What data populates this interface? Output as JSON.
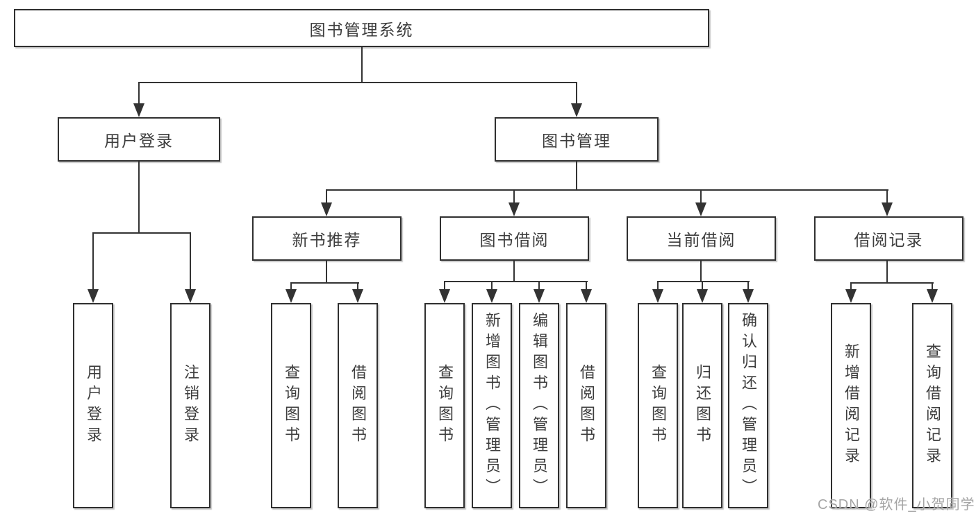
{
  "diagram_title": "图书管理系统",
  "nodes": {
    "root": "图书管理系统",
    "user_login": "用户登录",
    "book_management": "图书管理",
    "new_book_recommendation": "新书推荐",
    "book_borrowing": "图书借阅",
    "current_borrowing": "当前借阅",
    "borrowing_records": "借阅记录",
    "user_login_leaf": "用户登录",
    "logout_leaf": "注销登录",
    "nb_query_books": "查询图书",
    "nb_borrow_books": "借阅图书",
    "bb_query_books": "查询图书",
    "bb_add_books": "新增图书（管理员）",
    "bb_edit_books": "编辑图书（管理员）",
    "bb_borrow_books": "借阅图书",
    "cb_query_books": "查询图书",
    "cb_return_books": "归还图书",
    "cb_confirm_return": "确认归还（管理员）",
    "br_add_record": "新增借阅记录",
    "br_query_record": "查询借阅记录"
  },
  "hierarchy": {
    "图书管理系统": [
      "用户登录",
      "图书管理"
    ],
    "用户登录": [
      "用户登录",
      "注销登录"
    ],
    "图书管理": [
      "新书推荐",
      "图书借阅",
      "当前借阅",
      "借阅记录"
    ],
    "新书推荐": [
      "查询图书",
      "借阅图书"
    ],
    "图书借阅": [
      "查询图书",
      "新增图书（管理员）",
      "编辑图书（管理员）",
      "借阅图书"
    ],
    "当前借阅": [
      "查询图书",
      "归还图书",
      "确认归还（管理员）"
    ],
    "借阅记录": [
      "新增借阅记录",
      "查询借阅记录"
    ]
  },
  "watermark": "CSDN @软件_小贺同学",
  "colors": {
    "line": "#333333",
    "box_border": "#2f2f2f",
    "text": "#3d3d3d",
    "watermark": "#a5a5a5",
    "background": "#ffffff"
  }
}
